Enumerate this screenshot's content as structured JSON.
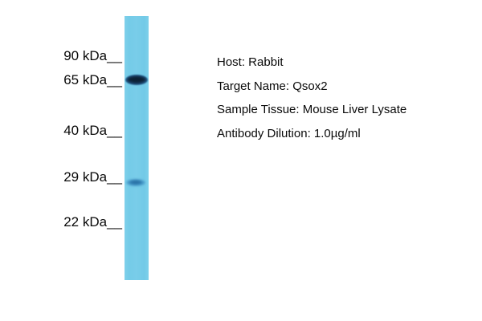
{
  "figure": {
    "type": "western-blot",
    "background_color": "#ffffff",
    "lane": {
      "color": "#76cce9",
      "description": "single sample lane"
    },
    "markers": [
      {
        "label": "90 kDa__",
        "kda": 90
      },
      {
        "label": "65 kDa__",
        "kda": 65
      },
      {
        "label": "40 kDa__",
        "kda": 40
      },
      {
        "label": "29 kDa__",
        "kda": 29
      },
      {
        "label": "22 kDa__",
        "kda": 22
      }
    ],
    "bands": [
      {
        "kda": 65,
        "intensity": "strong",
        "color": "#0d2236"
      },
      {
        "kda": 29,
        "intensity": "weak",
        "color": "#3a8cc0"
      }
    ],
    "info": {
      "lines": [
        {
          "text": "Host: Rabbit",
          "label": "Host",
          "value": "Rabbit"
        },
        {
          "text": "Target Name: Qsox2",
          "label": "Target Name",
          "value": "Qsox2"
        },
        {
          "text": "Sample Tissue: Mouse Liver Lysate",
          "label": "Sample Tissue",
          "value": "Mouse Liver Lysate"
        },
        {
          "text": "Antibody Dilution: 1.0µg/ml",
          "label": "Antibody Dilution",
          "value": "1.0µg/ml"
        }
      ]
    }
  }
}
